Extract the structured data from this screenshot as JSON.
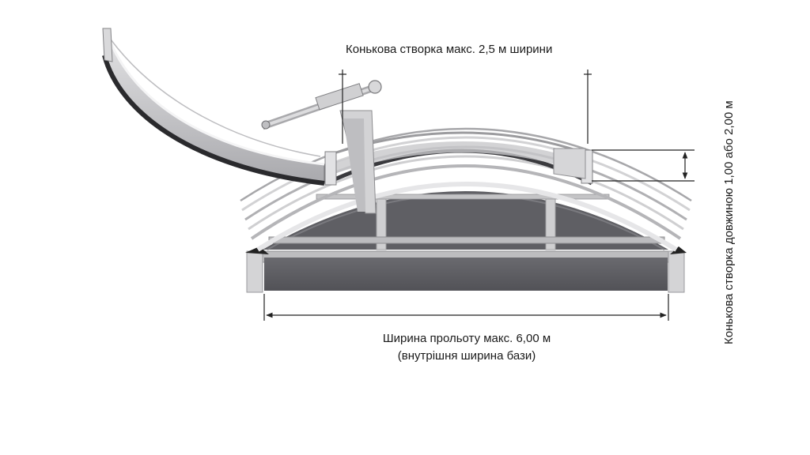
{
  "labels": {
    "ridge_width": "Конькова створка макс. 2,5 м ширини",
    "span_width_line1": "Ширина прольоту макс. 6,00 м",
    "span_width_line2": "(внутрішня ширина бази)",
    "ridge_length": "Конькова створка довжиною 1,00 або 2,00 м"
  },
  "colors": {
    "base_panel": "#5e5e63",
    "frame": "#c9c9c9",
    "frame_dark": "#9a9a9a",
    "dimension_line": "#222222",
    "text": "#1a1a1a"
  }
}
